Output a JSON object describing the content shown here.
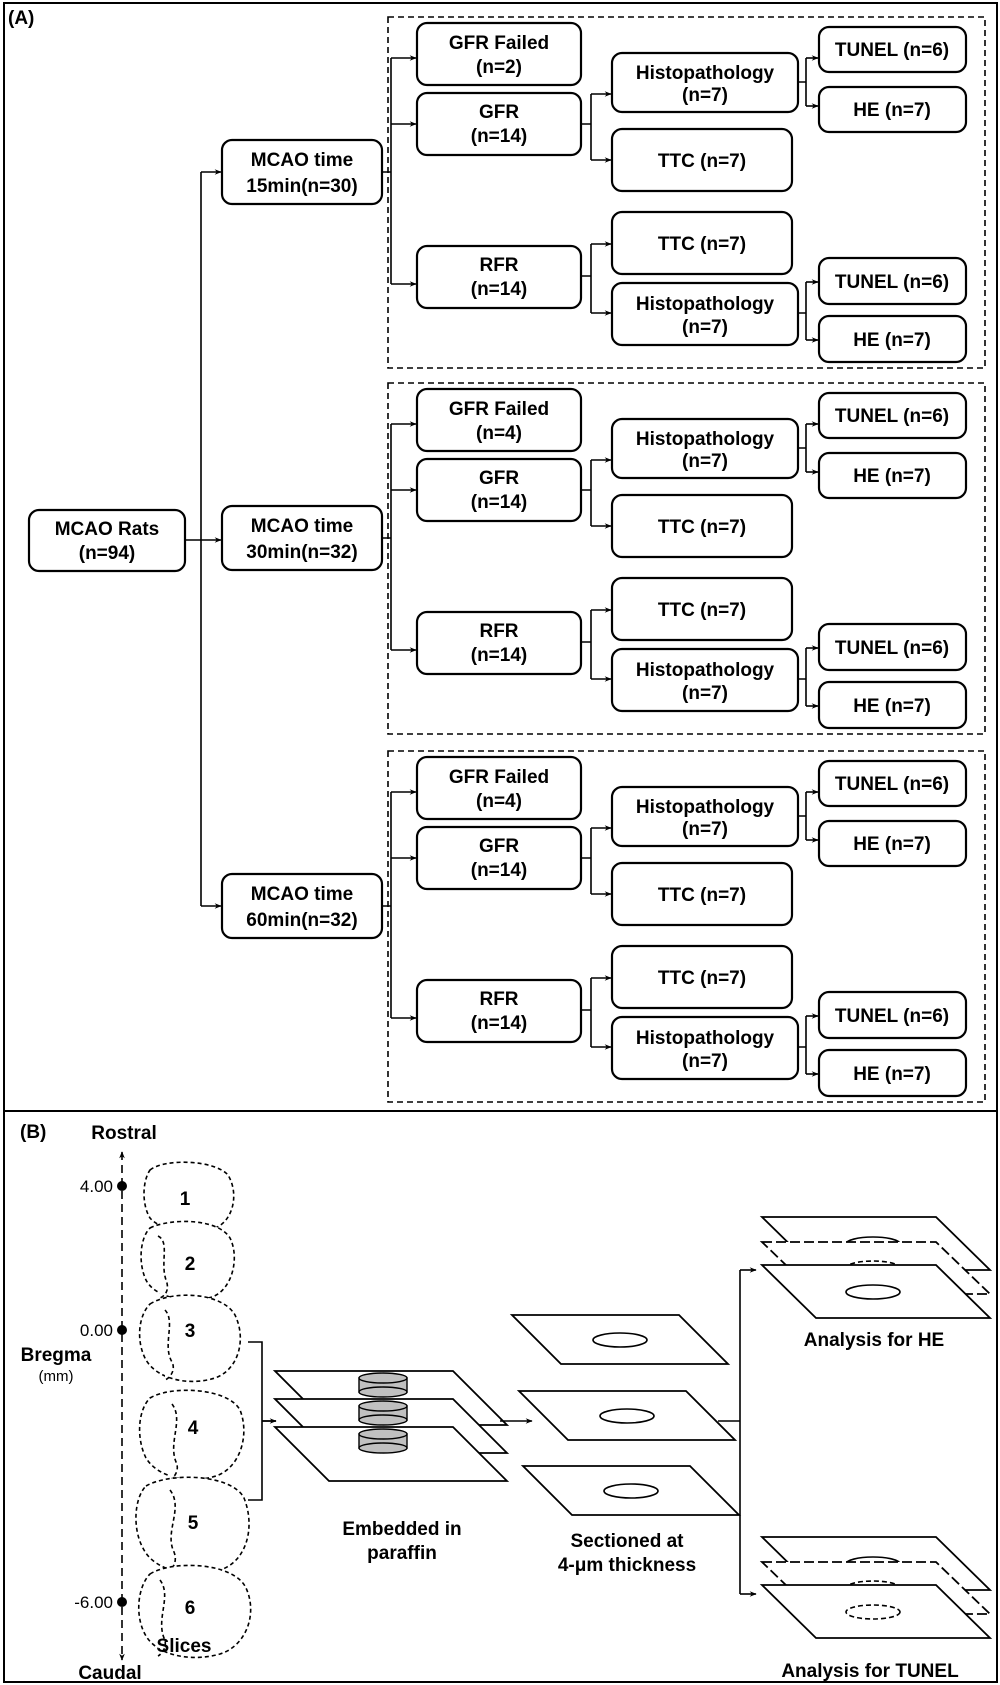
{
  "panelA": {
    "label": "(A)",
    "root": {
      "line1": "MCAO Rats",
      "line2": "(n=94)"
    },
    "groups": [
      {
        "time": {
          "line1": "MCAO time",
          "line2": "15min(n=30)"
        },
        "failed": {
          "line1": "GFR Failed",
          "line2": "(n=2)"
        },
        "gfr": {
          "line1": "GFR",
          "line2": "(n=14)"
        },
        "rfr": {
          "line1": "RFR",
          "line2": "(n=14)"
        },
        "gfr_histo": {
          "line1": "Histopathology",
          "line2": "(n=7)"
        },
        "gfr_ttc": "TTC (n=7)",
        "gfr_tunel": "TUNEL (n=6)",
        "gfr_he": "HE (n=7)",
        "rfr_ttc": "TTC (n=7)",
        "rfr_histo": {
          "line1": "Histopathology",
          "line2": "(n=7)"
        },
        "rfr_tunel": "TUNEL (n=6)",
        "rfr_he": "HE (n=7)"
      },
      {
        "time": {
          "line1": "MCAO time",
          "line2": "30min(n=32)"
        },
        "failed": {
          "line1": "GFR Failed",
          "line2": "(n=4)"
        },
        "gfr": {
          "line1": "GFR",
          "line2": "(n=14)"
        },
        "rfr": {
          "line1": "RFR",
          "line2": "(n=14)"
        },
        "gfr_histo": {
          "line1": "Histopathology",
          "line2": "(n=7)"
        },
        "gfr_ttc": "TTC (n=7)",
        "gfr_tunel": "TUNEL (n=6)",
        "gfr_he": "HE (n=7)",
        "rfr_ttc": "TTC (n=7)",
        "rfr_histo": {
          "line1": "Histopathology",
          "line2": "(n=7)"
        },
        "rfr_tunel": "TUNEL (n=6)",
        "rfr_he": "HE (n=7)"
      },
      {
        "time": {
          "line1": "MCAO time",
          "line2": "60min(n=32)"
        },
        "failed": {
          "line1": "GFR Failed",
          "line2": "(n=4)"
        },
        "gfr": {
          "line1": "GFR",
          "line2": "(n=14)"
        },
        "rfr": {
          "line1": "RFR",
          "line2": "(n=14)"
        },
        "gfr_histo": {
          "line1": "Histopathology",
          "line2": "(n=7)"
        },
        "gfr_ttc": "TTC (n=7)",
        "gfr_tunel": "TUNEL (n=6)",
        "gfr_he": "HE (n=7)",
        "rfr_ttc": "TTC (n=7)",
        "rfr_histo": {
          "line1": "Histopathology",
          "line2": "(n=7)"
        },
        "rfr_tunel": "TUNEL (n=6)",
        "rfr_he": "HE (n=7)"
      }
    ]
  },
  "panelB": {
    "label": "(B)",
    "rostral": "Rostral",
    "caudal": "Caudal",
    "bregma": "Bregma",
    "unit": "(mm)",
    "tick_top": "4.00",
    "tick_mid": "0.00",
    "tick_bottom": "-6.00",
    "slices_caption": "Slices",
    "slice_numbers": [
      "1",
      "2",
      "3",
      "4",
      "5",
      "6"
    ],
    "embedded": {
      "line1": "Embedded in",
      "line2": "paraffin"
    },
    "sectioned": {
      "line1": "Sectioned at",
      "line2": "4-μm thickness"
    },
    "analysis_he": "Analysis for HE",
    "analysis_tunel": "Analysis for TUNEL"
  }
}
